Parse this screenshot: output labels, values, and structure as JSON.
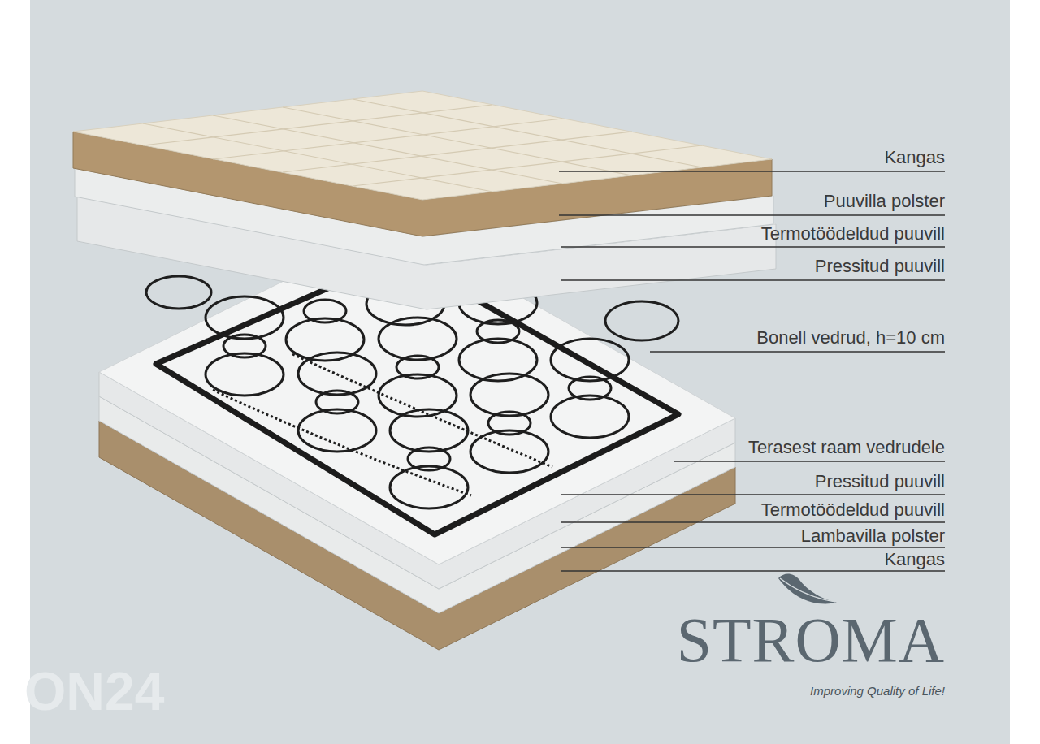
{
  "diagram": {
    "labels": [
      "Kangas",
      "Puuvilla polster",
      "Termotöödeldud puuvill",
      "Pressitud puuvill",
      "Bonell vedrud, h=10 cm",
      "Terasest raam vedrudele",
      "Pressitud puuvill",
      "Termotöödeldud puuvill",
      "Lambavilla polster",
      "Kangas",
      "STROMA",
      "Improving Quality of Life!",
      "ON24"
    ]
  }
}
